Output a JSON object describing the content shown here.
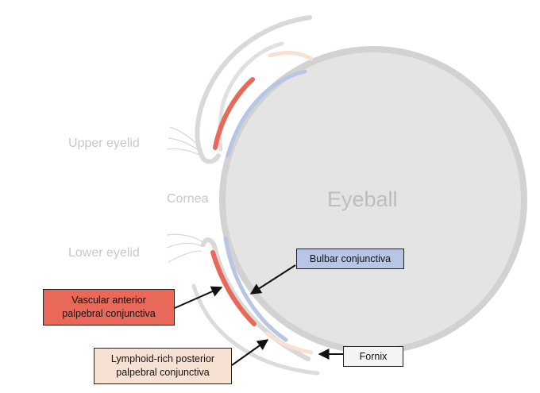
{
  "labels": {
    "upper_eyelid": "Upper eyelid",
    "cornea": "Cornea",
    "eyeball": "Eyeball",
    "lower_eyelid": "Lower eyelid"
  },
  "boxes": {
    "bulbar": "Bulbar conjunctiva",
    "vascular_line1": "Vascular anterior",
    "vascular_line2": "palpebral conjunctiva",
    "lymphoid_line1": "Lymphoid-rich posterior",
    "lymphoid_line2": "palpebral conjunctiva",
    "fornix": "Fornix"
  },
  "colors": {
    "outline_gray": "#d6d6d6",
    "eyeball_fill": "#e3e3e3",
    "vascular_red": "#e8685a",
    "bulbar_blue": "#b8c6e6",
    "lymphoid_peach": "#f6e1d3"
  }
}
